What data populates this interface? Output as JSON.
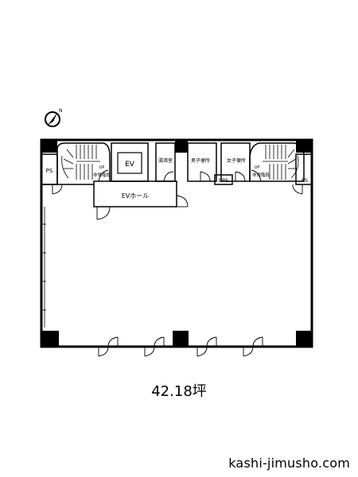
{
  "compass": {
    "label": "N"
  },
  "rooms": {
    "elevator": "EV",
    "elevator_hall": "EVホール",
    "kitchen": "湯沸室",
    "mens_toilet": "男子便所",
    "womens_toilet": "女子便所",
    "eps": "EPS",
    "pipe_space_left": "PS",
    "pipe_space_right": "PS",
    "stair_left": "非常階段",
    "stair_right": "非常階段",
    "stair_up_left": "UP",
    "stair_up_right": "UP"
  },
  "area": "42.18坪",
  "website": "kashi-jimusho.com"
}
